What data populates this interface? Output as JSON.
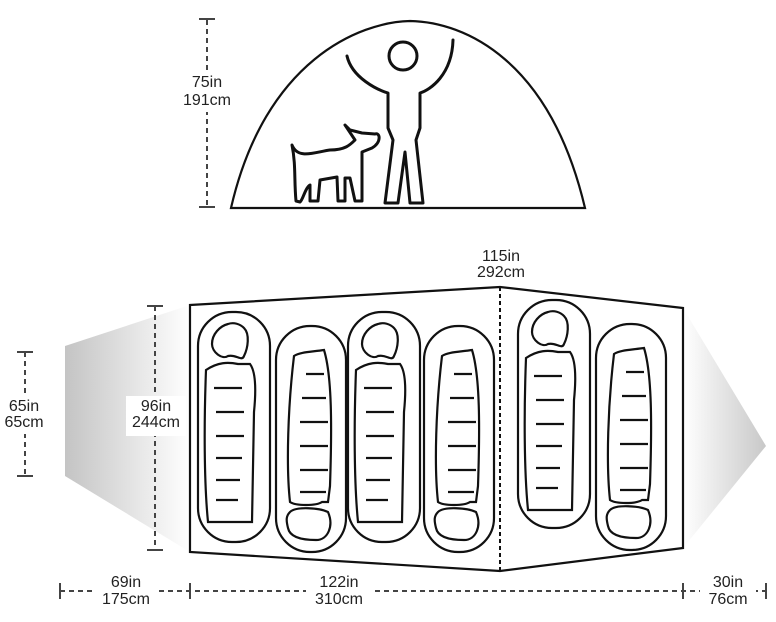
{
  "dimensions": {
    "peak_height": {
      "in": "75in",
      "cm": "191cm"
    },
    "width": {
      "in": "96in",
      "cm": "244cm"
    },
    "back_vestibule_width": {
      "in": "65in",
      "cm": "65cm"
    },
    "center_length": {
      "in": "115in",
      "cm": "292cm"
    },
    "front_vestibule_depth": {
      "in": "69in",
      "cm": "175cm"
    },
    "floor_length": {
      "in": "122in",
      "cm": "310cm"
    },
    "rear_vestibule_depth": {
      "in": "30in",
      "cm": "76cm"
    }
  },
  "colors": {
    "line": "#111111",
    "dim": "#444444",
    "vestibule": "#cfcfcf"
  }
}
